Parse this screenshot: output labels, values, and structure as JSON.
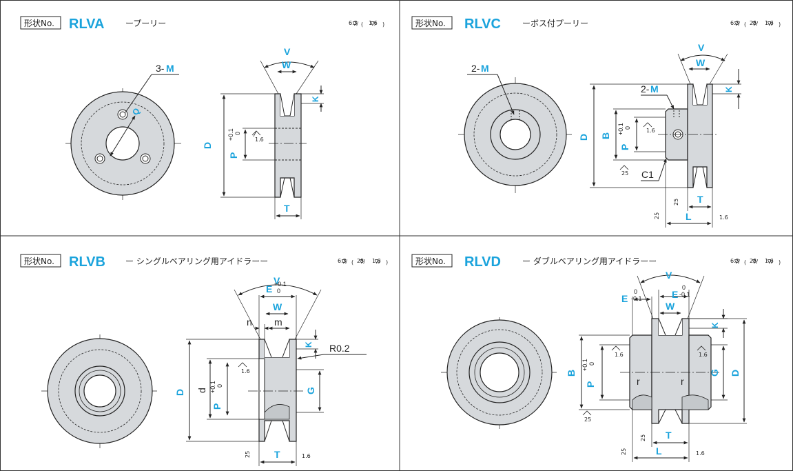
{
  "panels": [
    {
      "id": "rlva",
      "shape_label": "形状No.",
      "code": "RLVA",
      "subtitle": "ープーリー",
      "roughness": [
        "6.3",
        "1.6"
      ],
      "labels": {
        "holes": "3-",
        "M": "M",
        "Q": "Q",
        "V": "V",
        "W": "W",
        "K": "K",
        "D": "D",
        "P": "P",
        "tol_up": "+0.1",
        "tol_lo": "0",
        "T": "T",
        "r16": "1.6"
      }
    },
    {
      "id": "rlvc",
      "shape_label": "形状No.",
      "code": "RLVC",
      "subtitle": "ーボス付プーリー",
      "roughness": [
        "6.3",
        "25",
        "1.6"
      ],
      "labels": {
        "holes": "2-",
        "holes2": "2-",
        "M": "M",
        "V": "V",
        "W": "W",
        "K": "K",
        "D": "D",
        "B": "B",
        "P": "P",
        "tol_up": "+0.1",
        "tol_lo": "0",
        "C1": "C1",
        "T": "T",
        "L": "L",
        "r16": "1.6",
        "r25": "25"
      }
    },
    {
      "id": "rlvb",
      "shape_label": "形状No.",
      "code": "RLVB",
      "subtitle": "ー シングルベアリング用アイドラーー",
      "roughness": [
        "6.3",
        "25",
        "1.6"
      ],
      "labels": {
        "V": "V",
        "E": "E",
        "E_up": "+0.1",
        "E_lo": "0",
        "W": "W",
        "n": "n",
        "m": "m",
        "K": "K",
        "R": "R0.2",
        "D": "D",
        "d": "d",
        "P": "P",
        "tol_up": "+0.1",
        "tol_lo": "0",
        "G": "G",
        "T": "T",
        "r16": "1.6",
        "r25": "25"
      }
    },
    {
      "id": "rlvd",
      "shape_label": "形状No.",
      "code": "RLVD",
      "subtitle": "ー ダブルベアリング用アイドラーー",
      "roughness": [
        "6.3",
        "25",
        "1.6"
      ],
      "labels": {
        "V": "V",
        "E": "E",
        "E_up": "0",
        "E_lo": "-0.1",
        "W": "W",
        "K": "K",
        "B": "B",
        "P": "P",
        "tol_up": "+0.1",
        "tol_lo": "0",
        "r": "r",
        "G": "G",
        "D": "D",
        "T": "T",
        "L": "L",
        "r16": "1.6",
        "r25": "25"
      }
    }
  ],
  "colors": {
    "accent": "#1aa3dc",
    "fill": "#d6d9dc",
    "line": "#222222",
    "border": "#333333"
  }
}
